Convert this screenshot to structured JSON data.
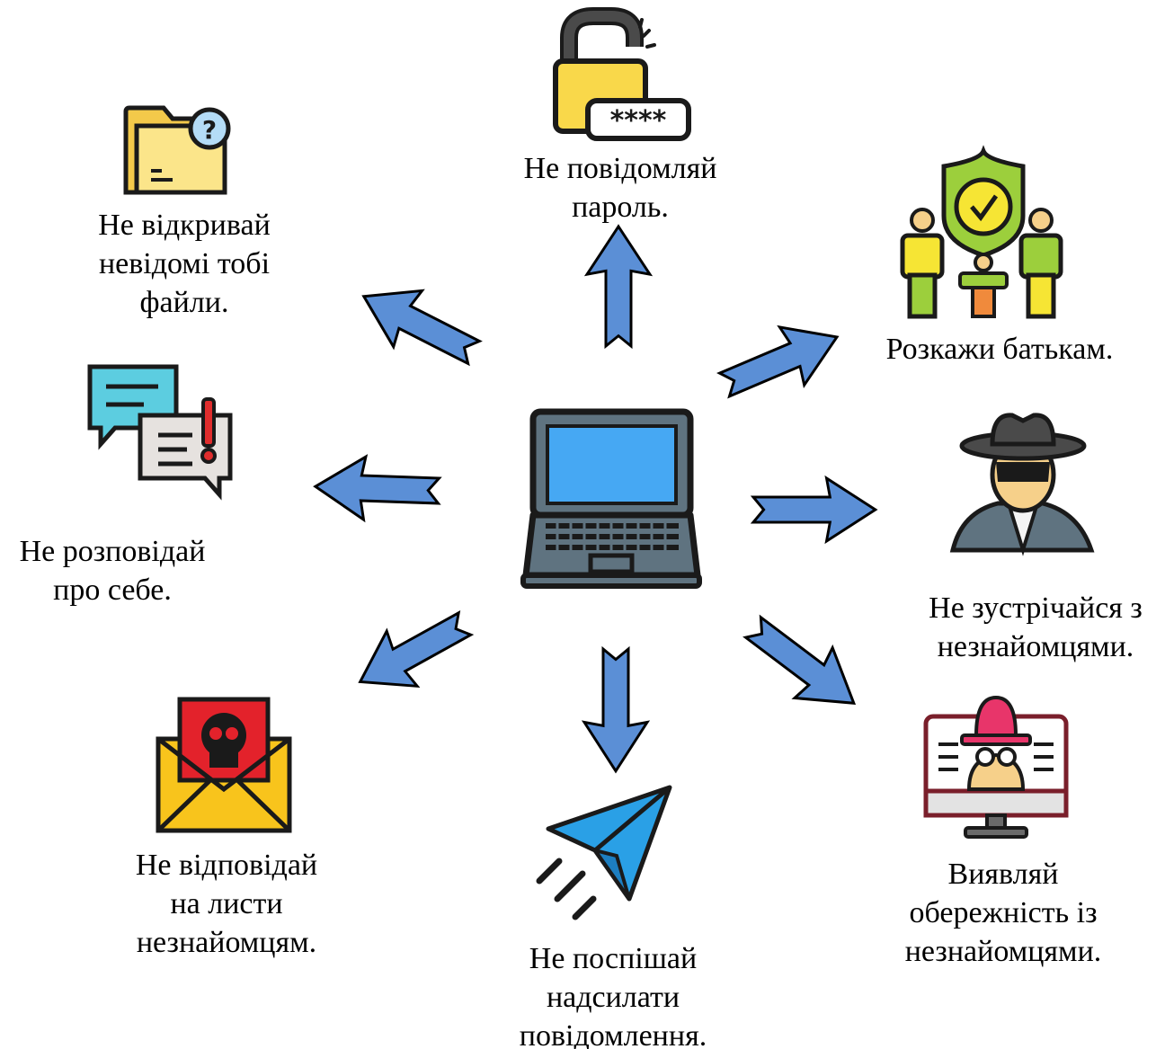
{
  "icons": {
    "center": "laptop-icon",
    "password": "padlock-password-icon",
    "files": "folder-question-icon",
    "parents": "family-shield-icon",
    "chat": "chat-warning-icon",
    "stranger": "spy-icon",
    "email": "malicious-email-icon",
    "message": "paper-plane-icon",
    "monitor": "hacker-monitor-icon"
  },
  "colors": {
    "arrow_fill": "#5b8fd6",
    "arrow_stroke": "#000000",
    "laptop_screen": "#46a8f3",
    "laptop_body": "#5f7380"
  },
  "labels": {
    "password": [
      "Не повідомляй",
      "пароль."
    ],
    "files": [
      "Не відкривай",
      "невідомі тобі",
      "файли."
    ],
    "parents": [
      "Розкажи батькам."
    ],
    "about_self": [
      "Не розповідай",
      "про себе."
    ],
    "strangers_meet": [
      "Не зустрічайся з",
      "незнайомцями."
    ],
    "emails": [
      "Не відповідай",
      "на листи",
      "незнайомцям."
    ],
    "messages": [
      "Не поспішай",
      "надсилати",
      "повідомлення."
    ],
    "caution": [
      "Виявляй",
      "обережність із",
      "незнайомцями."
    ]
  }
}
